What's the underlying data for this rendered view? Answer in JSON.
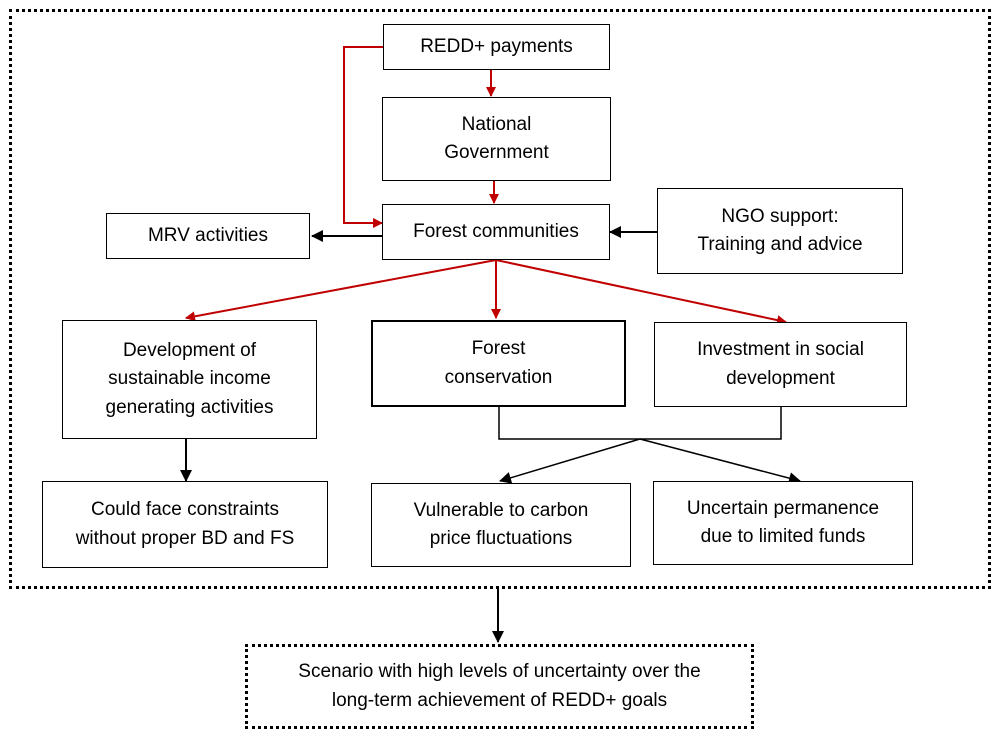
{
  "colors": {
    "funding_flow": "#c00000",
    "other_flow": "#000000"
  },
  "nodes": {
    "redd_payments": "REDD+ payments",
    "national_government": "National\nGovernment",
    "forest_communities": "Forest communities",
    "mrv_activities": "MRV activities",
    "ngo_support": "NGO support:\nTraining and advice",
    "sustainable_income": "Development of\nsustainable income\ngenerating activities",
    "forest_conservation": "Forest\nconservation",
    "social_investment": "Investment in social\ndevelopment",
    "constraints": "Could face constraints\nwithout proper BD and FS",
    "carbon_price": "Vulnerable to carbon\nprice fluctuations",
    "uncertain_permanence": "Uncertain permanence\ndue to limited funds",
    "scenario": "Scenario with high levels of uncertainty over the\nlong-term achievement of REDD+ goals"
  }
}
